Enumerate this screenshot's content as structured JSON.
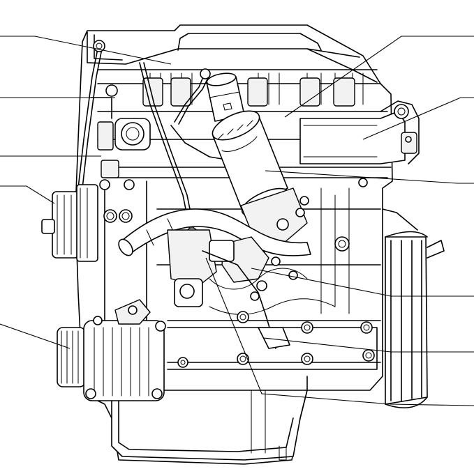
{
  "figure": {
    "background": "#ffffff",
    "line_color": "#000000",
    "leader_lines": [
      {
        "side": "left",
        "id": "L1"
      },
      {
        "side": "left",
        "id": "L2"
      },
      {
        "side": "left",
        "id": "L3"
      },
      {
        "side": "left",
        "id": "L4"
      },
      {
        "side": "left",
        "id": "L5"
      },
      {
        "side": "right",
        "id": "R1"
      },
      {
        "side": "right",
        "id": "R2"
      },
      {
        "side": "right",
        "id": "R3"
      },
      {
        "side": "right",
        "id": "R4"
      },
      {
        "side": "right",
        "id": "R5"
      },
      {
        "side": "right",
        "id": "R6"
      }
    ]
  }
}
